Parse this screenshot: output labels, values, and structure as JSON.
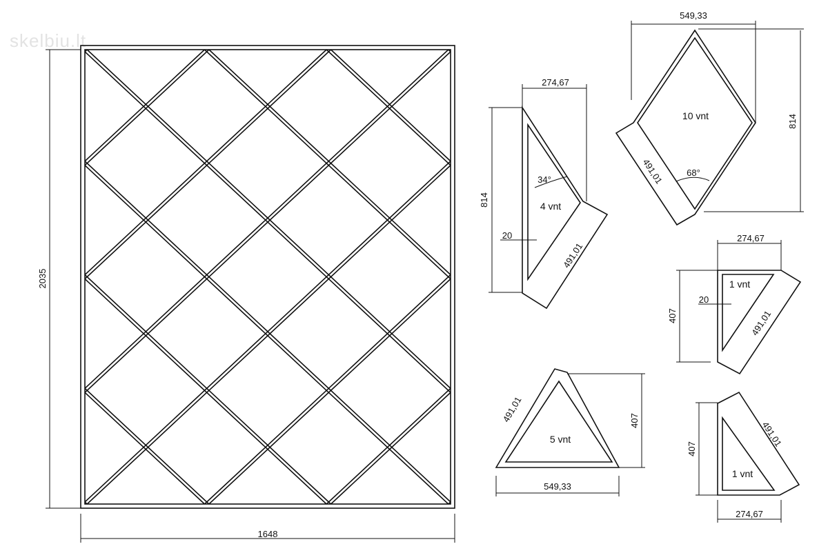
{
  "watermark": "skelbiu.lt",
  "main_panel": {
    "height_label": "2035",
    "width_label": "1648"
  },
  "piece_half_diamond_large": {
    "top_width_label": "274,67",
    "height_label": "814",
    "hyp_label": "491,01",
    "offset_label": "20",
    "angle_label": "34°",
    "qty_label": "4 vnt"
  },
  "piece_diamond": {
    "top_width_label": "549,33",
    "height_label": "814",
    "side_label": "491,01",
    "angle_label": "68°",
    "qty_label": "10 vnt"
  },
  "piece_corner_top": {
    "top_width_label": "274,67",
    "height_label": "407",
    "offset_label": "20",
    "hyp_label": "491,01",
    "qty_label": "1 vnt"
  },
  "piece_triangle_bottom": {
    "side_label": "491,01",
    "height_label": "407",
    "base_label": "549,33",
    "qty_label": "5 vnt"
  },
  "piece_corner_bottom": {
    "height_label": "407",
    "hyp_label": "491,01",
    "bottom_width_label": "274,67",
    "qty_label": "1 vnt"
  },
  "colors": {
    "line": "#111111",
    "background": "#ffffff",
    "watermark": "#e3e3e3"
  }
}
